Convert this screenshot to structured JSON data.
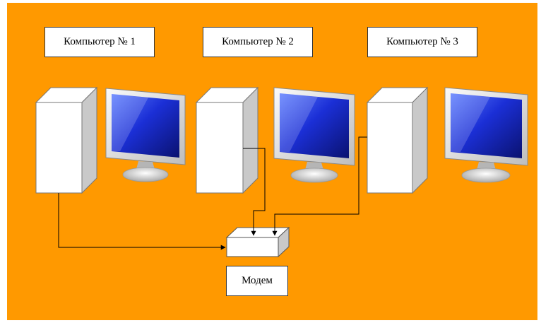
{
  "labels": {
    "computer_1": "Компьютер № 1",
    "computer_2": "Компьютер № 2",
    "computer_3": "Компьютер № 3",
    "modem": "Модем"
  },
  "colors": {
    "background": "#ff9900",
    "box_fill": "#ffffff",
    "box_side": "#c9c9c9",
    "screen_blue": "#1a2fd0",
    "line": "#000000"
  },
  "icons": [
    "system-unit-icon",
    "monitor-icon",
    "modem-icon"
  ]
}
